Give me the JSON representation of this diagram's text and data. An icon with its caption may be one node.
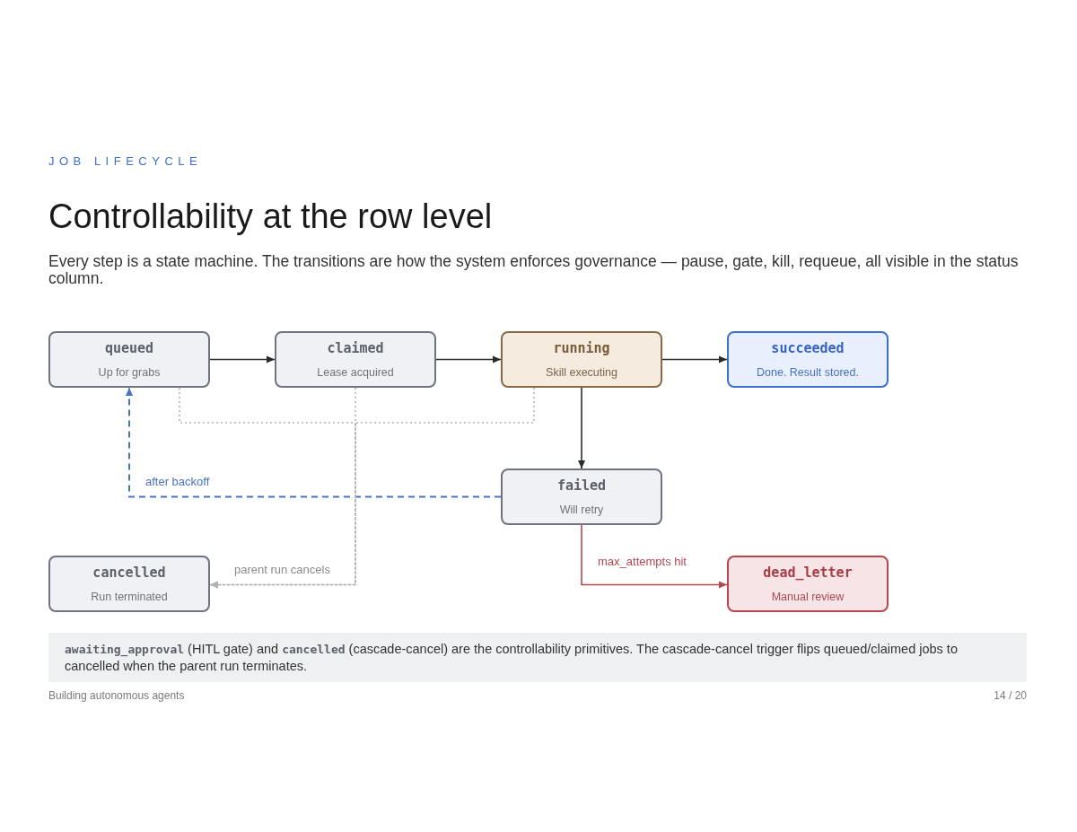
{
  "diagram": {
    "title": "Controllability at the row level",
    "nodes": [
      {
        "text": [
          "queued",
          "Up for grabs"
        ]
      },
      {
        "text": [
          "claimed",
          "Lease acquired"
        ]
      },
      {
        "text": [
          "running",
          "Skill executing"
        ]
      },
      {
        "text": [
          "succeeded",
          "Done. Result stored."
        ]
      },
      {
        "text": [
          "failed",
          "Will retry"
        ]
      },
      {
        "text": [
          "cancelled",
          "Run terminated"
        ]
      },
      {
        "text": [
          "dead_letter",
          "Manual review"
        ]
      },
      {
        "text": [
          "**awaiting_approval** (HITL gate) and **cancelled** (cascade-cancel) are the controllability primitives. The cascade-cancel trigger flips queued/claimed jobs to cancelled when the parent run terminates."
        ]
      }
    ],
    "edges": [
      {
        "from": 0,
        "to": 1,
        "arrow": "to"
      },
      {
        "from": 1,
        "to": 2,
        "arrow": "to"
      },
      {
        "from": 2,
        "to": 3,
        "arrow": "to"
      },
      {
        "from": 2,
        "to": 4,
        "arrow": "to"
      },
      {
        "from": 4,
        "to": 0,
        "arrow": "to",
        "label": "after backoff",
        "style": "dashed",
        "color": "#4a72c4"
      },
      {
        "from": 4,
        "to": 6,
        "arrow": "to",
        "label": "max_attempts hit",
        "color": "#b5484f"
      },
      {
        "from": 0,
        "to": 5,
        "arrow": "to",
        "style": "dashed",
        "color": "#b3b3b3"
      },
      {
        "from": 1,
        "to": 5,
        "arrow": "to",
        "label": "parent run cancels",
        "style": "dashed",
        "color": "#b3b3b3"
      },
      {
        "from": 2,
        "to": 5,
        "arrow": "to",
        "style": "dashed",
        "color": "#b3b3b3"
      }
    ],
    "labels": [
      "JOB LIFECYCLE",
      "Every step is a state machine. The transitions are how the system enforces governance — pause, gate, kill, requeue, all visible in the status column.",
      "Building autonomous agents",
      "14 / 20"
    ]
  }
}
